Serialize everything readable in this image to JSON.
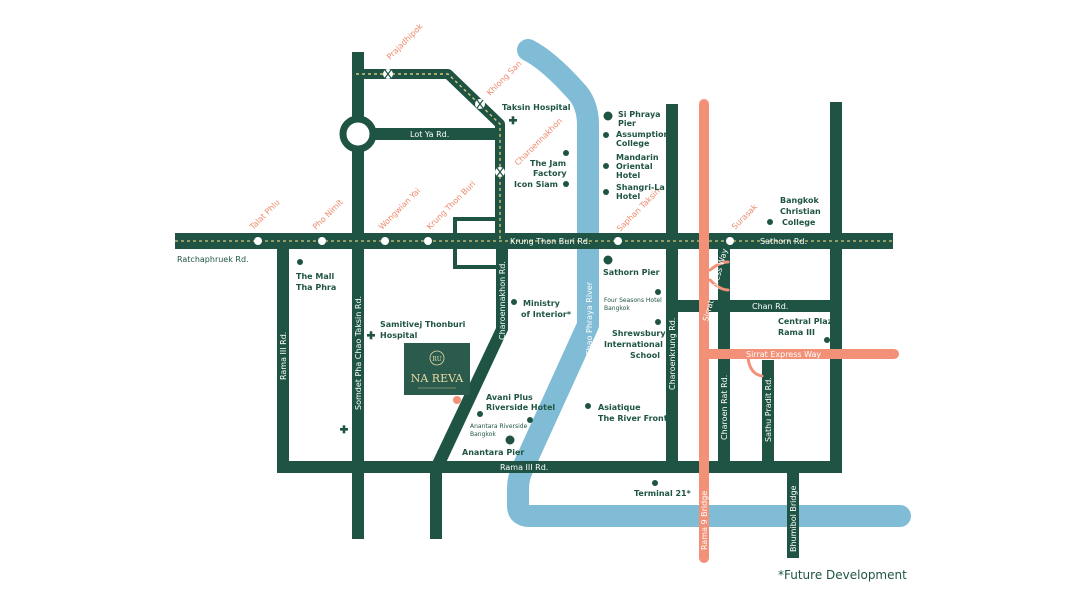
{
  "colors": {
    "road": "#1f5444",
    "river": "#80bcd6",
    "expressway": "#f29178",
    "station_label": "#f0896a",
    "background": "#ffffff"
  },
  "stations": [
    "Prajadhipok",
    "Khlong San",
    "Charoennakhon",
    "Talat Phlu",
    "Pho Nimit",
    "Wongwian Yai",
    "Krung Thon Buri",
    "Saphan Taksin",
    "Surasak"
  ],
  "roads": {
    "lot_ya": "Lot Ya Rd.",
    "krung_thon_buri": "Krung Thon Buri Rd.",
    "sathorn": "Sathorn Rd.",
    "ratchaphruek": "Ratchaphruek Rd.",
    "rama_iii_vertical": "Rama III Rd.",
    "somdet": "Somdet Pha Chao Taksin Rd.",
    "charoennakhon": "Charoennakhon Rd.",
    "chan": "Chan Rd.",
    "charoenkrung": "Charoenkrung Rd.",
    "charoen_rat": "Charoen Rat Rd.",
    "sathu_pradit": "Sathu Pradit Rd.",
    "rama_iii_horizontal": "Rama III Rd.",
    "rama_9_bridge": "Rama 9 Bridge",
    "bhumibol_bridge": "Bhumibol Bridge",
    "sirat_vertical": "Sirrat Express Way",
    "sirat_horizontal": "Sirrat Express Way",
    "river": "Chao Phraya River"
  },
  "places": {
    "taksin_hospital": "Taksin Hospital",
    "si_phraya": [
      "Si Phraya",
      "Pier"
    ],
    "assumption": [
      "Assumption",
      "College"
    ],
    "mandarin": [
      "Mandarin",
      "Oriental",
      "Hotel"
    ],
    "jam_factory": [
      "The Jam",
      "Factory"
    ],
    "icon_siam": "Icon Siam",
    "shangri_la": [
      "Shangri-La",
      "Hotel"
    ],
    "bangkok_christian": [
      "Bangkok",
      "Christian",
      "College"
    ],
    "the_mall": [
      "The Mall",
      "Tha Phra"
    ],
    "sathorn_pier": "Sathorn Pier",
    "ministry": [
      "Ministry",
      "of Interior*"
    ],
    "four_seasons": [
      "Four Seasons Hotel",
      "Bangkok"
    ],
    "shrewsbury": [
      "Shrewsbury",
      "International",
      "School"
    ],
    "central_plaza": [
      "Central Plaza",
      "Rama III"
    ],
    "samitivej": [
      "Samitivej Thonburi",
      "Hospital"
    ],
    "avani": [
      "Avani Plus",
      "Riverside Hotel"
    ],
    "anantara_riverside": [
      "Anantara Riverside",
      "Bangkok"
    ],
    "anantara_pier": "Anantara Pier",
    "asiatique": [
      "Asiatique",
      "The River Front"
    ],
    "terminal21": "Terminal 21*"
  },
  "project": {
    "monogram": "RU",
    "name": "NA REVA"
  },
  "footnote": "*Future Development"
}
